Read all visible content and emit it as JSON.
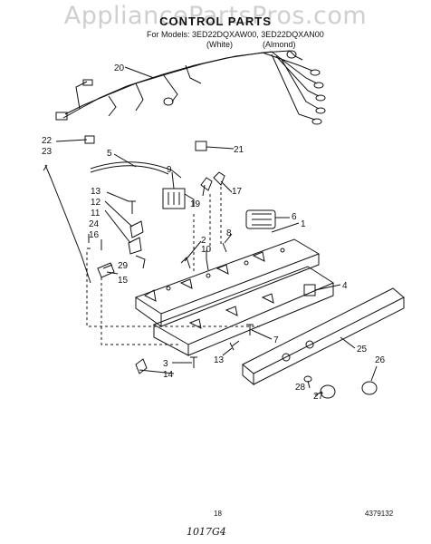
{
  "watermark": "AppliancePartsPros.com",
  "header": {
    "title": "CONTROL PARTS",
    "models": "For Models: 3ED22DQXAW00, 3ED22DQXAN00",
    "variant_white": "(White)",
    "variant_almond": "(Almond)"
  },
  "callouts": [
    "20",
    "22",
    "23",
    "5",
    "9",
    "21",
    "13",
    "12",
    "11",
    "24",
    "16",
    "19",
    "17",
    "6",
    "1",
    "8",
    "2",
    "10",
    "29",
    "15",
    "4",
    "7",
    "3",
    "14",
    "13",
    "25",
    "26",
    "28",
    "27"
  ],
  "footer": {
    "page_number": "18",
    "document_number": "4379132",
    "handwritten_note": "1017G4"
  }
}
